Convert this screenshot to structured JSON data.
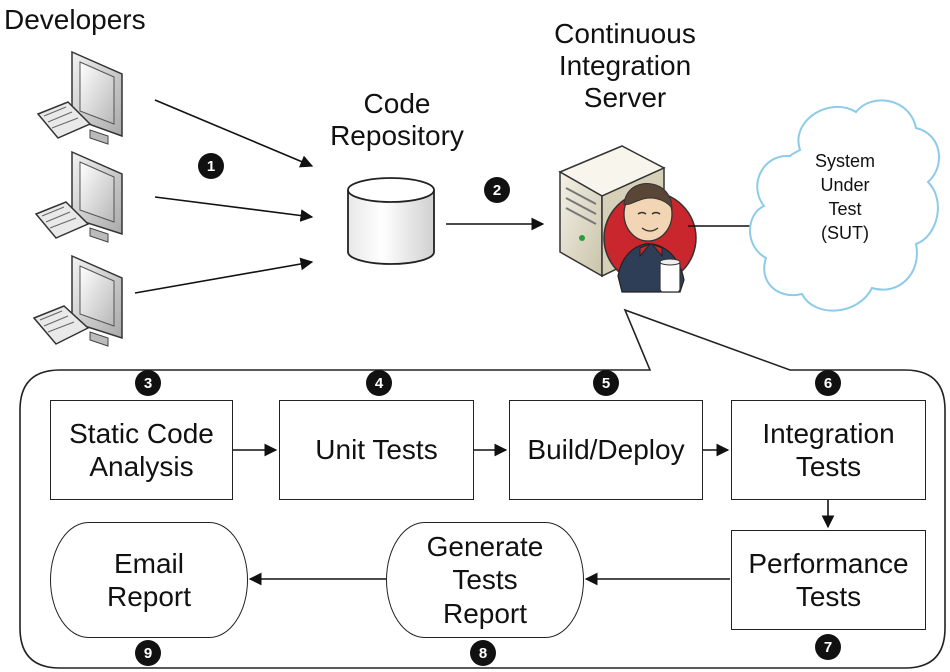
{
  "labels": {
    "developers": "Developers",
    "code_repository": "Code\nRepository",
    "ci_server": "Continuous\nIntegration\nServer",
    "sut": "System\nUnder\nTest\n(SUT)"
  },
  "steps": {
    "static_code_analysis": "Static Code\nAnalysis",
    "unit_tests": "Unit Tests",
    "build_deploy": "Build/Deploy",
    "integration_tests": "Integration\nTests",
    "performance_tests": "Performance\nTests",
    "generate_tests_report": "Generate\nTests\nReport",
    "email_report": "Email\nReport"
  },
  "badges": [
    "1",
    "2",
    "3",
    "4",
    "5",
    "6",
    "7",
    "8",
    "9"
  ],
  "icons": [
    "developer-computer-icon",
    "database-icon",
    "jenkins-server-icon",
    "cloud-icon"
  ]
}
